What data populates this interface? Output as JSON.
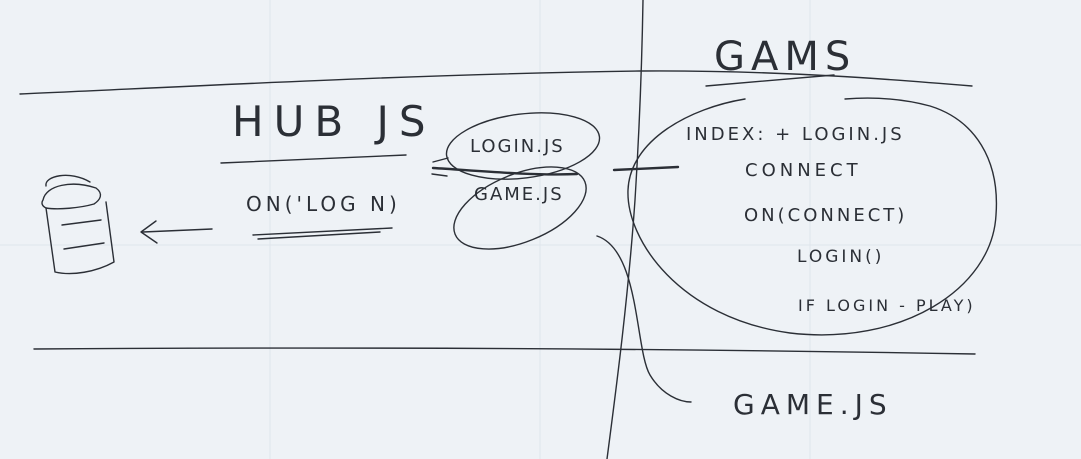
{
  "labels": {
    "gams": "GAMS",
    "hub_js": "HUB JS",
    "on_login": "ON('LOG N)",
    "login_js": "LOGIN.JS",
    "game_js_small": "GAME.JS",
    "index_login": "INDEX: + LOGIN.JS",
    "connect": "CONNECT",
    "on_connect": "ON(CONNECT)",
    "login_call": "LOGIN()",
    "if_login": "IF LOGIN - PLAY)",
    "game_js_bottom": "GAME.JS"
  }
}
